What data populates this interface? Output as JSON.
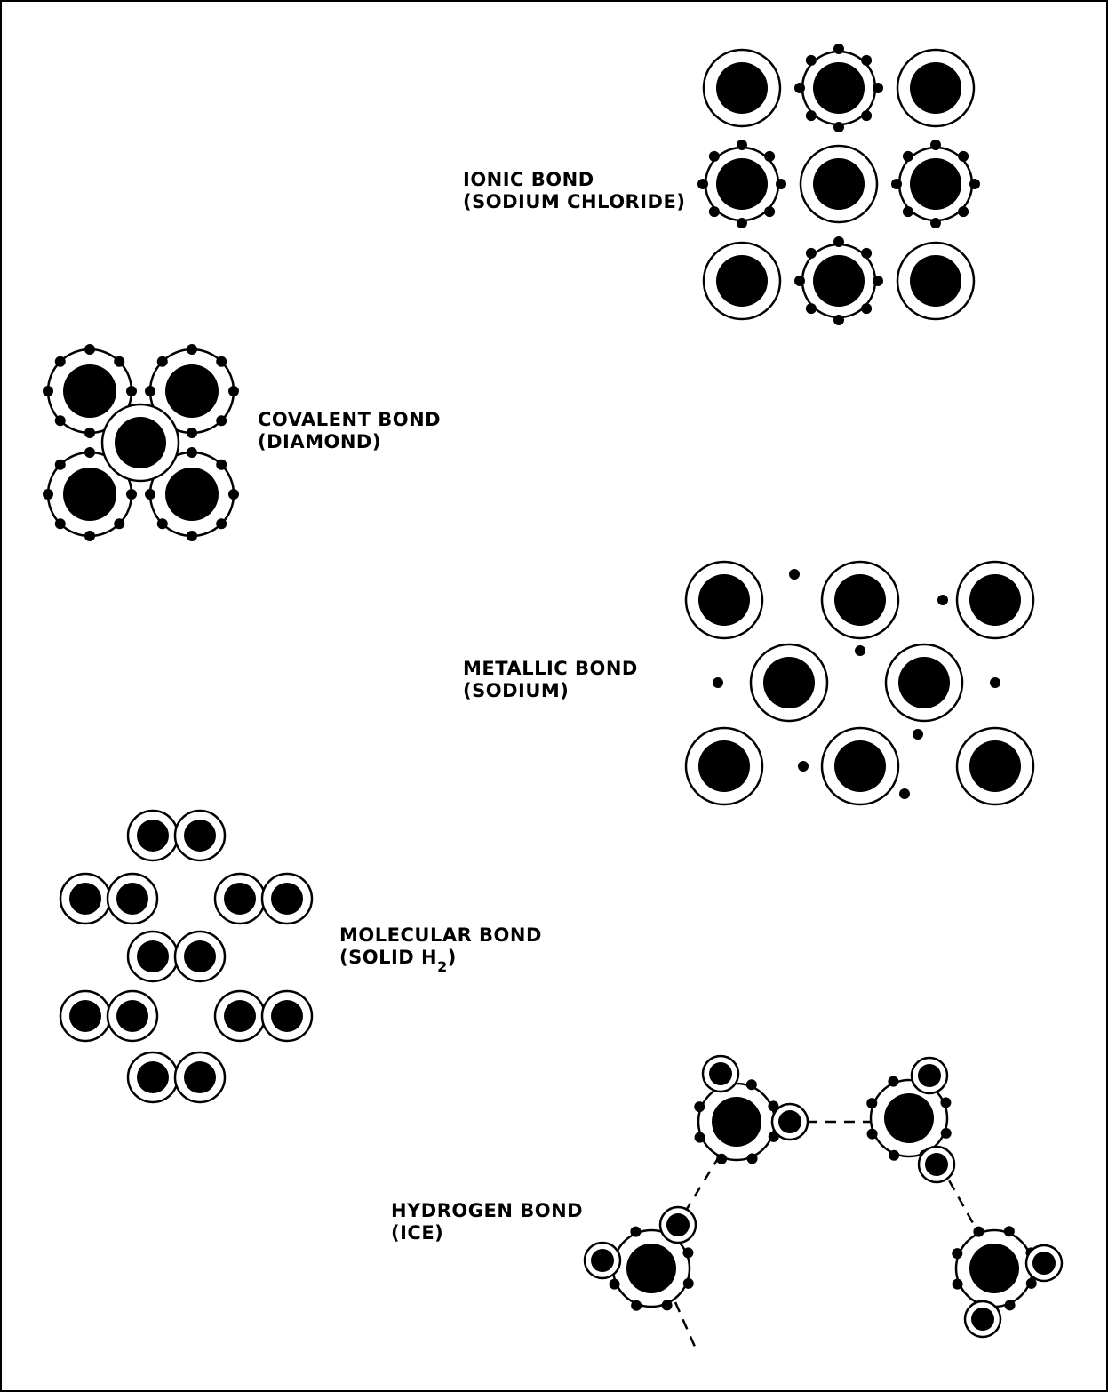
{
  "diagram": {
    "labels": {
      "ionic": {
        "line1": "IONIC  BOND",
        "line2": "(SODIUM  CHLORIDE)"
      },
      "covalent": {
        "line1": "COVALENT  BOND",
        "line2": "(DIAMOND)"
      },
      "metallic": {
        "line1": "METALLIC  BOND",
        "line2": "(SODIUM)"
      },
      "molecular": {
        "line1": "MOLECULAR  BOND",
        "line2_main": "(SOLID  H",
        "line2_sub": "2",
        "line2_end": ")"
      },
      "hydrogen": {
        "line1": "HYDROGEN  BOND",
        "line2": "(ICE)"
      }
    },
    "colors": {
      "ink": "#000000",
      "paper": "#ffffff"
    }
  }
}
